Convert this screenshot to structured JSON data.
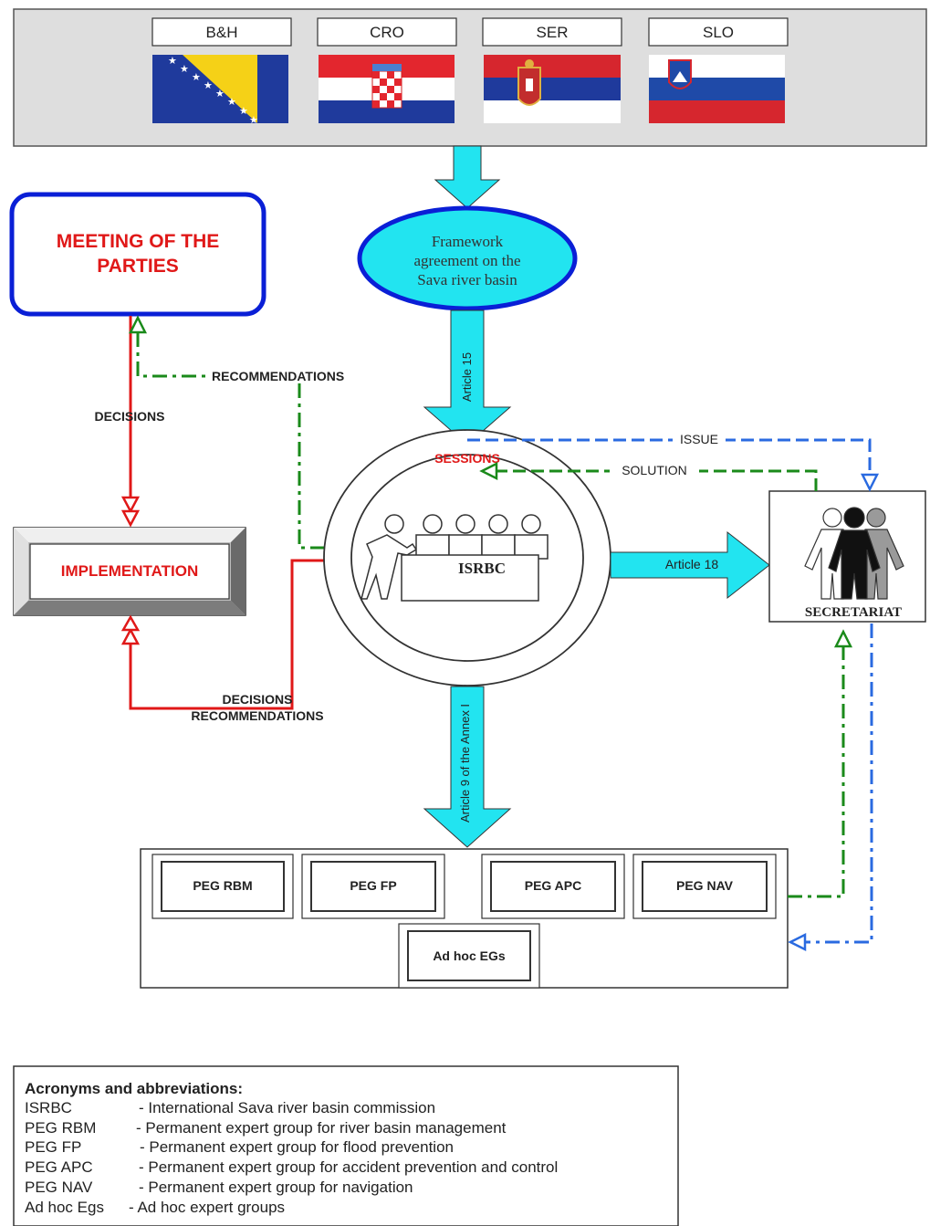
{
  "countries": [
    {
      "label": "B&H"
    },
    {
      "label": "CRO"
    },
    {
      "label": "SER"
    },
    {
      "label": "SLO"
    }
  ],
  "framework": {
    "lines": [
      "Framework",
      "agreement on the",
      "Sava river basin"
    ]
  },
  "meeting": {
    "lines": [
      "MEETING OF THE",
      "PARTIES"
    ]
  },
  "implementation": {
    "label": "IMPLEMENTATION"
  },
  "sessions": {
    "label": "SESSIONS"
  },
  "isrbc": {
    "label": "ISRBC"
  },
  "secretariat": {
    "label": "SECRETARIAT"
  },
  "arrows": {
    "article15": "Article 15",
    "article18": "Article 18",
    "article9": "Article 9 of the Annex I"
  },
  "flows": {
    "recommendations": "RECOMMENDATIONS",
    "decisions": "DECISIONS",
    "decisions2": "DECISIONS",
    "recommendations2": "RECOMMENDATIONS",
    "issue": "ISSUE",
    "solution": "SOLUTION"
  },
  "groups": [
    {
      "label": "PEG RBM"
    },
    {
      "label": "PEG FP"
    },
    {
      "label": "PEG APC"
    },
    {
      "label": "PEG NAV"
    },
    {
      "label": "Ad hoc EGs"
    }
  ],
  "legend": {
    "title": "Acronyms and abbreviations:",
    "rows": [
      {
        "abbr": "ISRBC",
        "desc": "- International Sava river basin commission"
      },
      {
        "abbr": "PEG RBM",
        "desc": "- Permanent expert group for river basin management"
      },
      {
        "abbr": "PEG FP",
        "desc": "- Permanent expert group for flood prevention"
      },
      {
        "abbr": "PEG APC",
        "desc": "- Permanent expert group for accident prevention and control"
      },
      {
        "abbr": "PEG NAV",
        "desc": "- Permanent expert group for navigation"
      },
      {
        "abbr": "Ad hoc Egs",
        "desc": "- Ad hoc expert groups"
      }
    ]
  },
  "colors": {
    "cyan": "#22e4f0",
    "blue": "#0a1fd6",
    "red": "#e01818",
    "green": "#1a8a1a",
    "dashblue": "#2a6ae0"
  }
}
